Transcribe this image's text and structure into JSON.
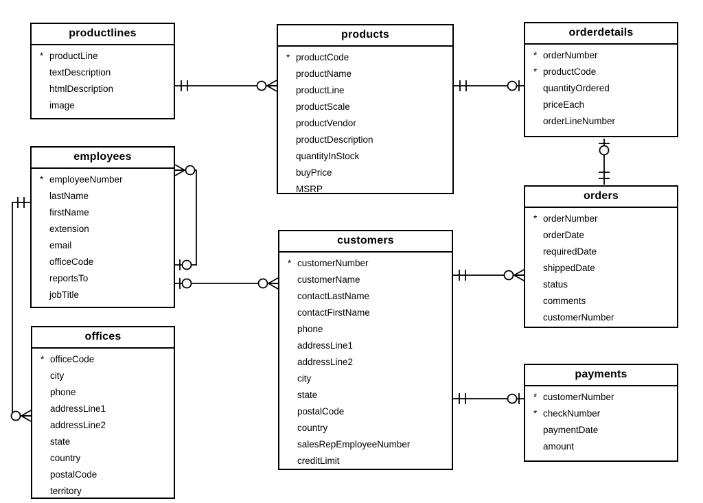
{
  "notation": {
    "primary_key_marker": "*"
  },
  "colors": {
    "background": "#ffffff",
    "line": "#000000",
    "text": "#000000",
    "box_fill": "#ffffff"
  },
  "entities": [
    {
      "name": "productlines",
      "fields": [
        {
          "pk": true,
          "name": "productLine"
        },
        {
          "pk": false,
          "name": "textDescription"
        },
        {
          "pk": false,
          "name": "htmlDescription"
        },
        {
          "pk": false,
          "name": "image"
        }
      ]
    },
    {
      "name": "products",
      "fields": [
        {
          "pk": true,
          "name": "productCode"
        },
        {
          "pk": false,
          "name": "productName"
        },
        {
          "pk": false,
          "name": "productLine"
        },
        {
          "pk": false,
          "name": "productScale"
        },
        {
          "pk": false,
          "name": "productVendor"
        },
        {
          "pk": false,
          "name": "productDescription"
        },
        {
          "pk": false,
          "name": "quantityInStock"
        },
        {
          "pk": false,
          "name": "buyPrice"
        },
        {
          "pk": false,
          "name": "MSRP"
        }
      ]
    },
    {
      "name": "orderdetails",
      "fields": [
        {
          "pk": true,
          "name": "orderNumber"
        },
        {
          "pk": true,
          "name": "productCode"
        },
        {
          "pk": false,
          "name": "quantityOrdered"
        },
        {
          "pk": false,
          "name": "priceEach"
        },
        {
          "pk": false,
          "name": "orderLineNumber"
        }
      ]
    },
    {
      "name": "employees",
      "fields": [
        {
          "pk": true,
          "name": "employeeNumber"
        },
        {
          "pk": false,
          "name": "lastName"
        },
        {
          "pk": false,
          "name": "firstName"
        },
        {
          "pk": false,
          "name": "extension"
        },
        {
          "pk": false,
          "name": "email"
        },
        {
          "pk": false,
          "name": "officeCode"
        },
        {
          "pk": false,
          "name": "reportsTo"
        },
        {
          "pk": false,
          "name": "jobTitle"
        }
      ]
    },
    {
      "name": "orders",
      "fields": [
        {
          "pk": true,
          "name": "orderNumber"
        },
        {
          "pk": false,
          "name": "orderDate"
        },
        {
          "pk": false,
          "name": "requiredDate"
        },
        {
          "pk": false,
          "name": "shippedDate"
        },
        {
          "pk": false,
          "name": "status"
        },
        {
          "pk": false,
          "name": "comments"
        },
        {
          "pk": false,
          "name": "customerNumber"
        }
      ]
    },
    {
      "name": "customers",
      "fields": [
        {
          "pk": true,
          "name": "customerNumber"
        },
        {
          "pk": false,
          "name": "customerName"
        },
        {
          "pk": false,
          "name": "contactLastName"
        },
        {
          "pk": false,
          "name": "contactFirstName"
        },
        {
          "pk": false,
          "name": "phone"
        },
        {
          "pk": false,
          "name": "addressLine1"
        },
        {
          "pk": false,
          "name": "addressLine2"
        },
        {
          "pk": false,
          "name": "city"
        },
        {
          "pk": false,
          "name": "state"
        },
        {
          "pk": false,
          "name": "postalCode"
        },
        {
          "pk": false,
          "name": "country"
        },
        {
          "pk": false,
          "name": "salesRepEmployeeNumber"
        },
        {
          "pk": false,
          "name": "creditLimit"
        }
      ]
    },
    {
      "name": "offices",
      "fields": [
        {
          "pk": true,
          "name": "officeCode"
        },
        {
          "pk": false,
          "name": "city"
        },
        {
          "pk": false,
          "name": "phone"
        },
        {
          "pk": false,
          "name": "addressLine1"
        },
        {
          "pk": false,
          "name": "addressLine2"
        },
        {
          "pk": false,
          "name": "state"
        },
        {
          "pk": false,
          "name": "country"
        },
        {
          "pk": false,
          "name": "postalCode"
        },
        {
          "pk": false,
          "name": "territory"
        }
      ]
    },
    {
      "name": "payments",
      "fields": [
        {
          "pk": true,
          "name": "customerNumber"
        },
        {
          "pk": true,
          "name": "checkNumber"
        },
        {
          "pk": false,
          "name": "paymentDate"
        },
        {
          "pk": false,
          "name": "amount"
        }
      ]
    }
  ],
  "relationships": [
    {
      "from": "productlines",
      "to": "products",
      "from_end": "one-and-only-one",
      "to_end": "zero-or-many"
    },
    {
      "from": "products",
      "to": "orderdetails",
      "from_end": "one-and-only-one",
      "to_end": "zero-or-one"
    },
    {
      "from": "orderdetails",
      "to": "orders",
      "from_end": "zero-or-one",
      "to_end": "one-and-only-one"
    },
    {
      "from": "customers",
      "to": "orders",
      "from_end": "one-and-only-one",
      "to_end": "zero-or-many"
    },
    {
      "from": "customers",
      "to": "payments",
      "from_end": "one-and-only-one",
      "to_end": "zero-or-one"
    },
    {
      "from": "employees",
      "to": "employees",
      "from_end": "zero-or-many",
      "to_end": "zero-or-one"
    },
    {
      "from": "employees",
      "to": "customers",
      "from_end": "zero-or-one",
      "to_end": "zero-or-many"
    },
    {
      "from": "offices",
      "to": "employees",
      "from_end": "one-and-only-one",
      "to_end": "zero-or-many"
    }
  ]
}
